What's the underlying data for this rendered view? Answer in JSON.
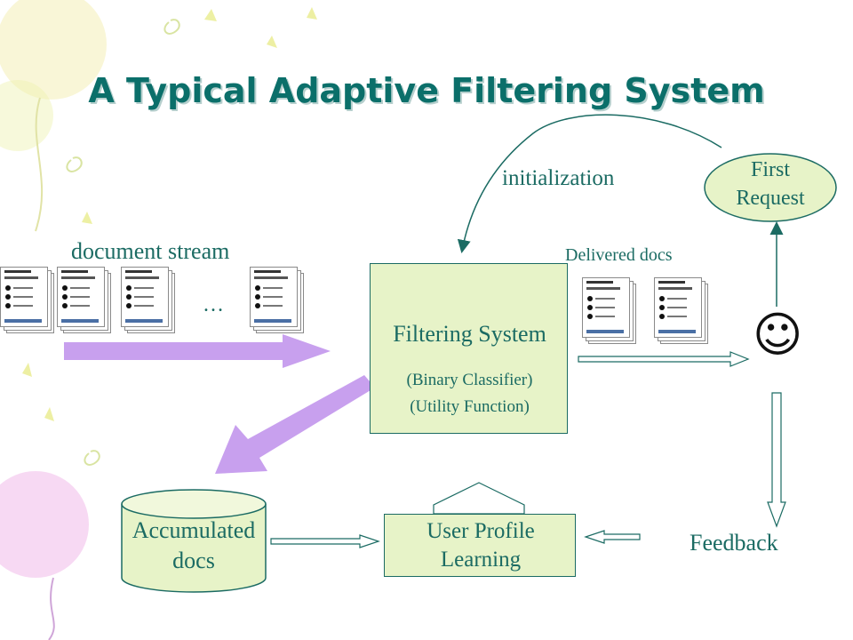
{
  "slide": {
    "title": "A Typical Adaptive Filtering System"
  },
  "diagram": {
    "document_stream_label": "document stream",
    "ellipsis": "…",
    "delivered_docs_label": "Delivered docs",
    "initialization_label": "initialization",
    "filtering_system": {
      "title": "Filtering System",
      "line1": "(Binary Classifier)",
      "line2": "(Utility Function)"
    },
    "first_request": {
      "line1": "First",
      "line2": "Request"
    },
    "smiley": "☺",
    "accumulated_docs": {
      "line1": "Accumulated",
      "line2": "docs"
    },
    "user_profile_learning": {
      "line1": "User Profile",
      "line2": "Learning"
    },
    "feedback_label": "Feedback"
  },
  "colors": {
    "text": "#1b6b63",
    "title": "#0b6f6a",
    "box_fill": "#e7f3c8",
    "big_arrow": "#c8a0ee",
    "thin_arrow": "#1b6b63"
  }
}
